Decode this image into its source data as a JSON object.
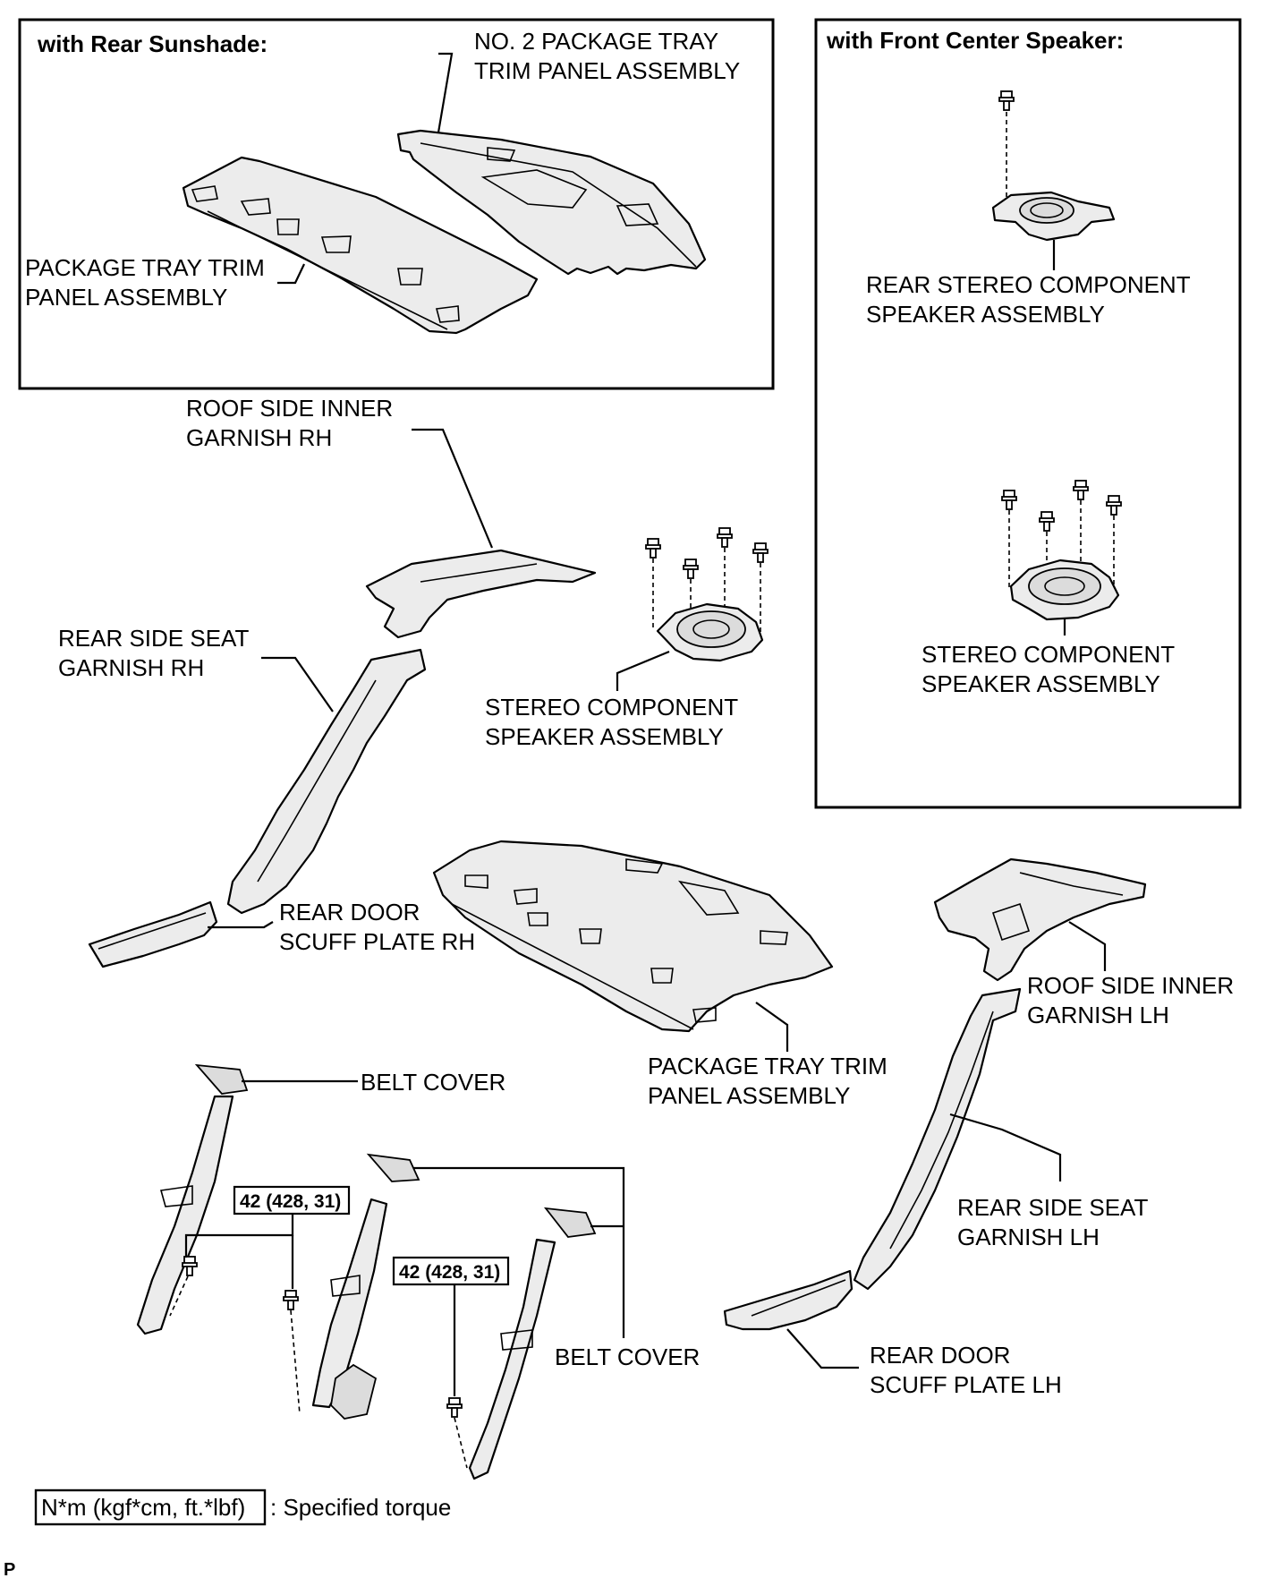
{
  "boxes": {
    "rear_sunshade_title": "with Rear Sunshade:",
    "front_center_speaker_title": "with Front Center Speaker:"
  },
  "labels": {
    "no2_package_tray_1": "NO. 2 PACKAGE TRAY",
    "no2_package_tray_2": "TRIM PANEL ASSEMBLY",
    "package_tray_top_1": "PACKAGE TRAY TRIM",
    "package_tray_top_2": "PANEL ASSEMBLY",
    "rear_stereo_1": "REAR STEREO COMPONENT",
    "rear_stereo_2": "SPEAKER ASSEMBLY",
    "stereo_right_1": "STEREO COMPONENT",
    "stereo_right_2": "SPEAKER ASSEMBLY",
    "roof_rh_1": "ROOF SIDE INNER",
    "roof_rh_2": "GARNISH RH",
    "rear_side_seat_rh_1": "REAR SIDE SEAT",
    "rear_side_seat_rh_2": "GARNISH RH",
    "stereo_center_1": "STEREO COMPONENT",
    "stereo_center_2": "SPEAKER ASSEMBLY",
    "scuff_rh_1": "REAR DOOR",
    "scuff_rh_2": "SCUFF PLATE RH",
    "package_tray_main_1": "PACKAGE TRAY TRIM",
    "package_tray_main_2": "PANEL ASSEMBLY",
    "roof_lh_1": "ROOF SIDE INNER",
    "roof_lh_2": "GARNISH LH",
    "rear_side_seat_lh_1": "REAR SIDE SEAT",
    "rear_side_seat_lh_2": "GARNISH LH",
    "scuff_lh_1": "REAR DOOR",
    "scuff_lh_2": "SCUFF PLATE LH",
    "belt_cover_top": "BELT COVER",
    "belt_cover_bottom": "BELT COVER"
  },
  "torque": {
    "value_left": "42 (428, 31)",
    "value_right": "42 (428, 31)"
  },
  "legend": {
    "unit_box": "N*m (kgf*cm, ft.*lbf)",
    "description": ": Specified torque"
  },
  "corner_mark": "P"
}
